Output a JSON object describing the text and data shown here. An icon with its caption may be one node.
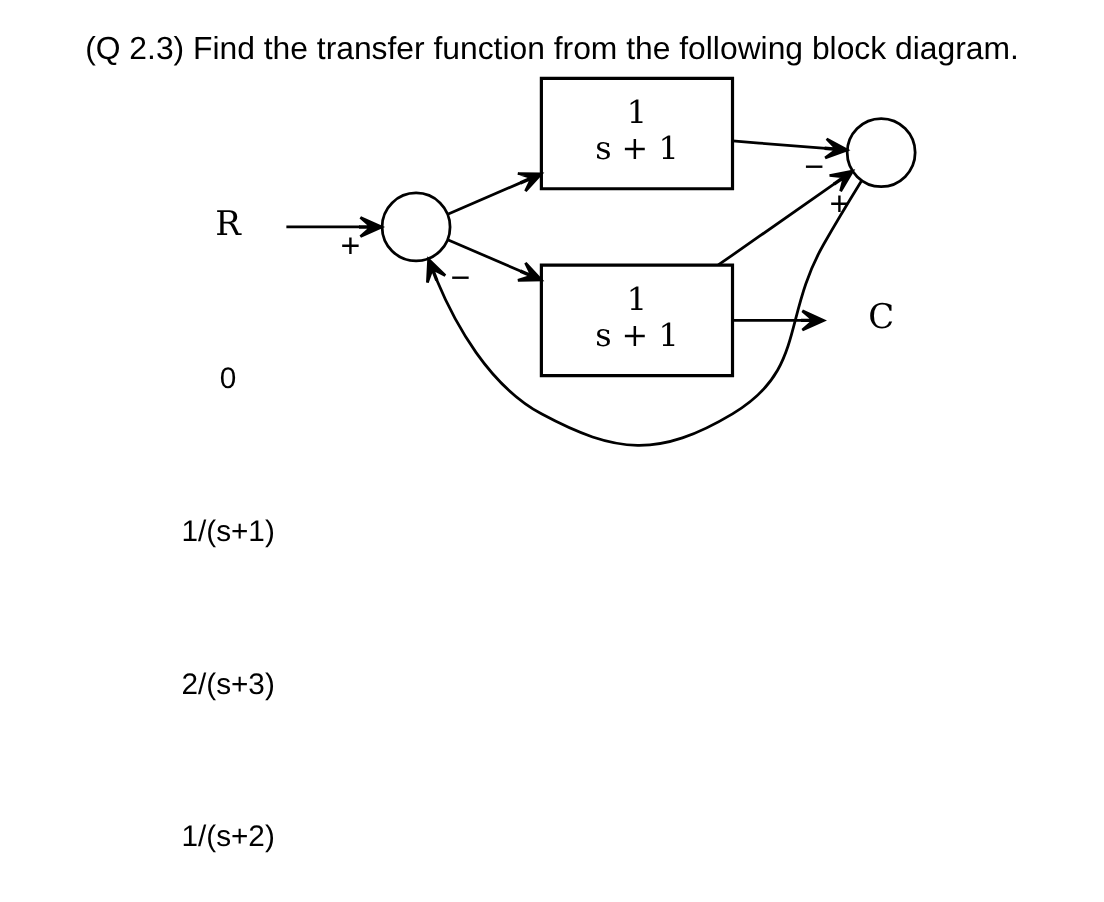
{
  "diagram": {
    "title": "(Q 2.3) Find the transfer function from the following block diagram.",
    "nodes": [
      {
        "text": [
          "R"
        ]
      },
      {
        "text": [],
        "shape": "circle"
      },
      {
        "text": [
          "1",
          "s + 1"
        ]
      },
      {
        "text": [
          "1",
          "s + 1"
        ]
      },
      {
        "text": [],
        "shape": "circle"
      },
      {
        "text": [
          "C"
        ]
      }
    ],
    "edges": [
      {
        "from": 0,
        "to": 1,
        "arrow": "to",
        "label": "+"
      },
      {
        "from": 1,
        "to": 2,
        "arrow": "to"
      },
      {
        "from": 1,
        "to": 3,
        "arrow": "to"
      },
      {
        "from": 2,
        "to": 5,
        "arrow": "to"
      },
      {
        "from": 2,
        "to": 4,
        "arrow": "to",
        "label": "+"
      },
      {
        "from": 3,
        "to": 4,
        "arrow": "to",
        "label": "−"
      },
      {
        "from": 4,
        "to": 1,
        "arrow": "to",
        "label": "−"
      }
    ],
    "labels": [
      "0",
      "1/(s+1)",
      "2/(s+3)",
      "1/(s+2)"
    ]
  }
}
